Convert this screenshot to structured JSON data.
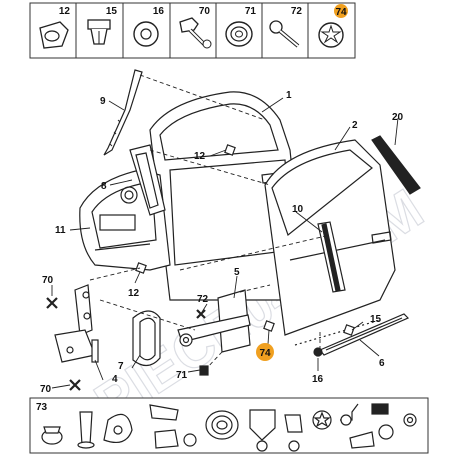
{
  "watermark": "PIECE04.COM",
  "top_strip": [
    {
      "num": "12",
      "icon": "clip-icon"
    },
    {
      "num": "15",
      "icon": "push-clip-icon"
    },
    {
      "num": "16",
      "icon": "washer-icon"
    },
    {
      "num": "70",
      "icon": "bolt-icon"
    },
    {
      "num": "71",
      "icon": "grommet-icon"
    },
    {
      "num": "72",
      "icon": "screw-icon"
    },
    {
      "num": "74",
      "icon": "star-clip-icon",
      "highlight": true
    }
  ],
  "bottom_strip": {
    "num": "73",
    "icons": [
      "plug-icon",
      "wire-clip-icon",
      "cable-tie-icon",
      "grommet-icon",
      "bellows-icon",
      "harness-clip-icon",
      "star-clip-icon",
      "rivet-icon",
      "bracket-clip-icon",
      "push-pin-icon",
      "nut-icon"
    ]
  },
  "callouts": {
    "c1": "1",
    "c2": "2",
    "c4": "4",
    "c5": "5",
    "c6": "6",
    "c7": "7",
    "c8": "8",
    "c9": "9",
    "c10": "10",
    "c11": "11",
    "c12a": "12",
    "c12b": "12",
    "c15": "15",
    "c16": "16",
    "c20": "20",
    "c70a": "70",
    "c70b": "70",
    "c71": "71",
    "c72": "72",
    "c74": "74"
  },
  "colors": {
    "highlight": "#f0a020",
    "line": "#222222",
    "panel_border": "#333333"
  }
}
